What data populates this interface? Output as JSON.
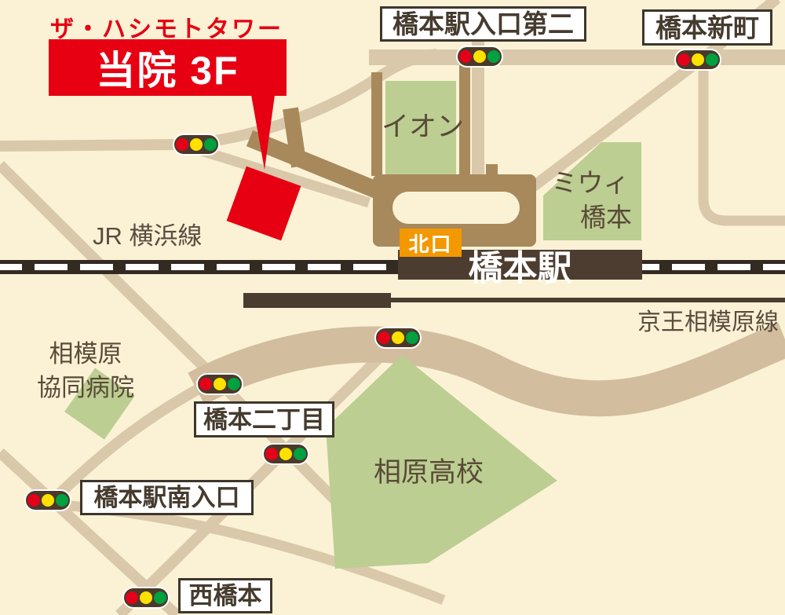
{
  "map": {
    "clinic": {
      "building_name": "ザ・ハシモトタワー",
      "label": "当院 3F"
    },
    "station": {
      "name": "橋本駅",
      "north_exit": "北口"
    },
    "lines": {
      "jr": "JR 横浜線",
      "keio": "京王相模原線"
    },
    "intersections": [
      {
        "label": "橋本駅入口第二"
      },
      {
        "label": "橋本新町"
      },
      {
        "label": "橋本二丁目"
      },
      {
        "label": "橋本駅南入口"
      },
      {
        "label": "西橋本"
      }
    ],
    "places": {
      "aeon": {
        "label": "イオン"
      },
      "mewe": {
        "label": "ミウィ橋本",
        "line1": "ミウィ",
        "line2": "橋本"
      },
      "hospital": {
        "label": "相模原協同病院",
        "line1": "相模原",
        "line2": "協同病院"
      },
      "school": {
        "label": "相原高校"
      }
    },
    "colors": {
      "background": "#FBF2D6",
      "road_tan": "#D9C8AA",
      "wide_road_tan": "#D2BD9E",
      "building_brown": "#A7895C",
      "area_green": "#BCCE92",
      "station_dark": "#4D3D31",
      "accent_red": "#E60012",
      "north_exit_orange": "#F39800",
      "signal_red": "#E50019",
      "signal_yellow": "#FFE100",
      "signal_green": "#00A13E"
    }
  }
}
